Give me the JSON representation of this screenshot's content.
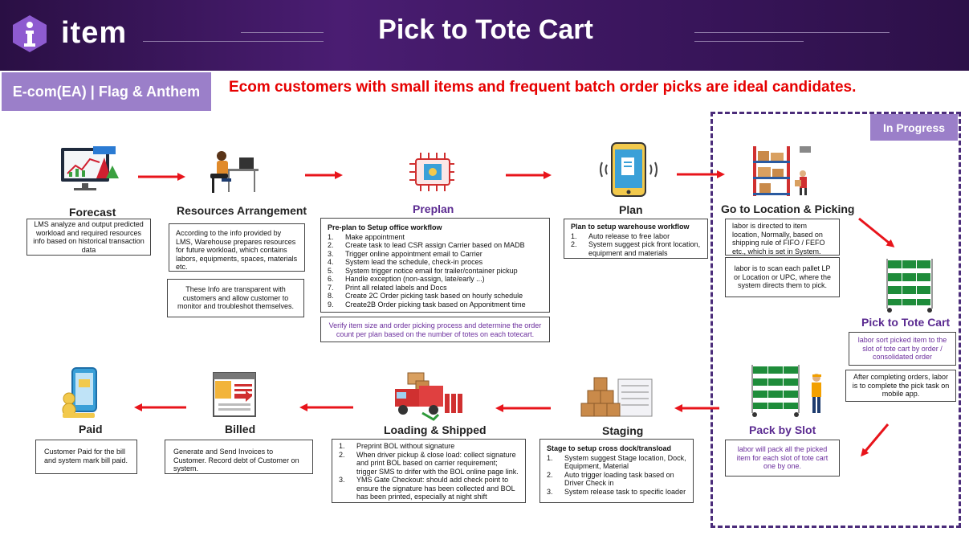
{
  "header": {
    "logo_text": "item",
    "title": "Pick to Tote Cart"
  },
  "segment": "E-com(EA) | Flag & Anthem",
  "headline": "Ecom customers with small items and frequent batch order picks are ideal candidates.",
  "in_progress_label": "In Progress",
  "colors": {
    "header_bg": "#3b165e",
    "accent_purple": "#9b7fc9",
    "headline_red": "#e60000",
    "arrow_red": "#e8141b"
  },
  "steps": {
    "forecast": {
      "label": "Forecast",
      "box": "LMS analyze and output predicted workload and required resources info based on historical transaction data"
    },
    "resources": {
      "label": "Resources Arrangement",
      "box1": "According to the info provided by LMS, Warehouse prepares resources for future workload, which contains labors, equipments, spaces, materials etc.",
      "box2": "These Info are transparent with customers and allow customer to monitor and troubleshot themselves."
    },
    "preplan": {
      "label": "Preplan",
      "box_title": "Pre-plan to Setup office workflow",
      "items": [
        {
          "n": "1.",
          "t": "Make appointment"
        },
        {
          "n": "2.",
          "t": "Create task to lead CSR assign Carrier based on MADB"
        },
        {
          "n": "3.",
          "t": "Trigger online appointment email to Carrier"
        },
        {
          "n": "4.",
          "t": "System lead the schedule, check-in proces"
        },
        {
          "n": "5.",
          "t": "System trigger notice email for trailer/container pickup"
        },
        {
          "n": "6.",
          "t": "Handle exception (non-assign, late/early ...)"
        },
        {
          "n": "7.",
          "t": "Print all related labels and Docs"
        },
        {
          "n": "8.",
          "t": "Create 2C Order picking task based on hourly schedule"
        },
        {
          "n": "9.",
          "t": "Create2B Order picking task based on Apponitment time"
        }
      ],
      "box2": "Verify item size and order picking process and determine the order count per plan based on the number of totes on each totecart."
    },
    "plan": {
      "label": "Plan",
      "box_title": "Plan to setup warehouse workflow",
      "items": [
        {
          "n": "1.",
          "t": "Auto release to free labor"
        },
        {
          "n": "2.",
          "t": "System suggest pick front location, equipment and materials"
        }
      ]
    },
    "go_to_location": {
      "label": "Go to Location & Picking",
      "box1": "labor is directed to item location, Normally, based on shipping rule of FIFO / FEFO etc., which is set in System.",
      "box2": "labor is to scan each pallet LP or Location or UPC, where the system directs them to pick."
    },
    "pick_to_tote": {
      "label": "Pick to Tote Cart",
      "box1": "labor sort picked item to the slot of tote cart by order / consolidated order",
      "box2": "After completing orders, labor is to complete the pick task on mobile app."
    },
    "pack_by_slot": {
      "label": "Pack by Slot",
      "box": "labor will pack all the picked item for each slot of tote cart one by one."
    },
    "staging": {
      "label": "Staging",
      "box_title": "Stage to setup cross dock/transload",
      "items": [
        {
          "n": "1.",
          "t": "System suggest Stage location, Dock, Equipment, Material"
        },
        {
          "n": "2.",
          "t": "Auto trigger loading task based on Driver Check in"
        },
        {
          "n": "3.",
          "t": "System release task to specific loader"
        }
      ]
    },
    "loading": {
      "label": "Loading & Shipped",
      "items": [
        {
          "n": "1.",
          "t": "Preprint BOL without signature"
        },
        {
          "n": "2.",
          "t": "When driver pickup & close load: collect signature and print BOL based on carrier requirement; trigger SMS to drifer with the BOL online page link."
        },
        {
          "n": "3.",
          "t": "YMS Gate Checkout: should add check point to ensure the signature has been collected and BOL has been printed, especially at night shift"
        }
      ]
    },
    "billed": {
      "label": "Billed",
      "box": "Generate and Send Invoices to Customer. Record debt of Customer on system."
    },
    "paid": {
      "label": "Paid",
      "box": "Customer Paid for the bill and system mark bill paid."
    }
  },
  "icons": [
    "forecast-monitor-icon",
    "office-worker-icon",
    "chip-icon",
    "mobile-phone-icon",
    "warehouse-rack-icon",
    "tote-cart-icon",
    "pack-cart-icon",
    "boxes-icon",
    "truck-icon",
    "invoice-icon",
    "mobile-pay-icon"
  ]
}
